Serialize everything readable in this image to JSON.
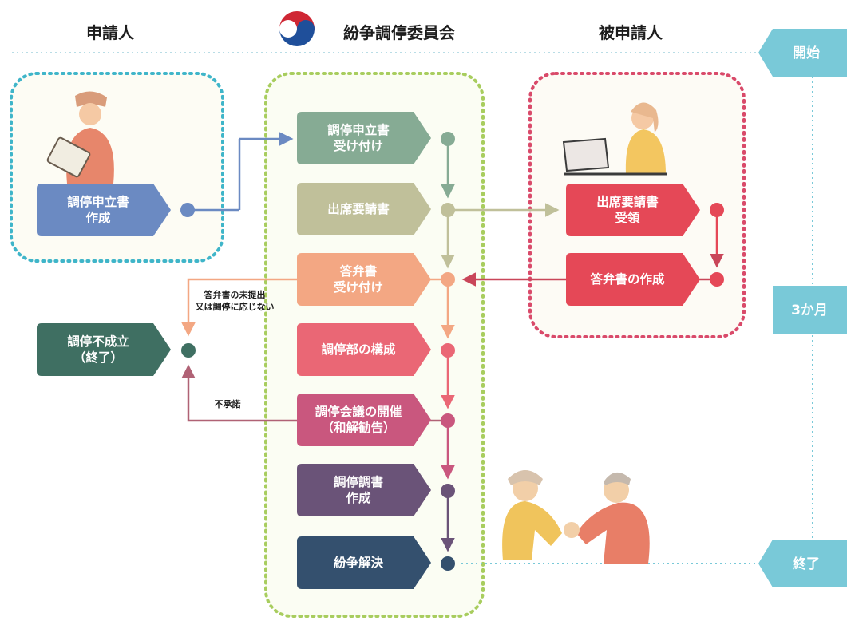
{
  "headers": {
    "applicant": "申請人",
    "committee": "紛争調停委員会",
    "respondent": "被申請人"
  },
  "timeline": {
    "start": "開始",
    "month": "3か月",
    "end": "終了"
  },
  "applicant_steps": {
    "create_application": [
      "調停申立書",
      "作成"
    ],
    "failure": [
      "調停不成立",
      "（終了）"
    ]
  },
  "committee_steps": [
    [
      "調停申立書",
      "受け付け"
    ],
    [
      "出席要請書"
    ],
    [
      "答弁書",
      "受け付け"
    ],
    [
      "調停部の構成"
    ],
    [
      "調停会議の開催",
      "（和解勧告）"
    ],
    [
      "調停調書",
      "作成"
    ],
    [
      "紛争解決"
    ]
  ],
  "respondent_steps": [
    [
      "出席要請書",
      "受領"
    ],
    [
      "答弁書の作成"
    ]
  ],
  "notes": {
    "no_answer": [
      "答弁書の未提出",
      "又は調停に応じない"
    ],
    "not_accepted": "不承諾"
  },
  "colors": {
    "create": "#6b8ac2",
    "receive_app": "#86ab94",
    "request": "#c0c09a",
    "answer_recv": "#f3a783",
    "compose": "#ea6775",
    "meeting": "#c9577e",
    "record": "#6a5378",
    "resolve": "#34506e",
    "respondent": "#e54857",
    "failure": "#3f6f62",
    "timeline": "#79c9d8"
  }
}
